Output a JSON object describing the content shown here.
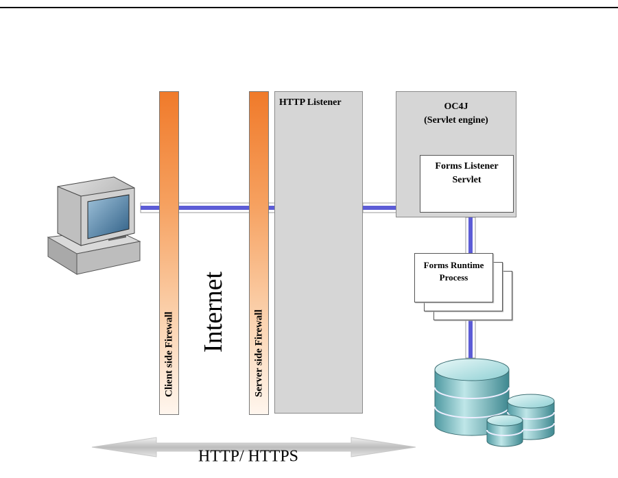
{
  "diagram": {
    "client_firewall": "Client side Firewall",
    "server_firewall": "Server side Firewall",
    "internet": "Internet",
    "http_listener": "HTTP Listener",
    "oc4j": {
      "title": "OC4J",
      "subtitle": "(Servlet engine)"
    },
    "forms_listener": {
      "line1": "Forms Listener",
      "line2": "Servlet"
    },
    "forms_runtime": {
      "line1": "Forms Runtime",
      "line2": "Process"
    },
    "protocol": "HTTP/ HTTPS"
  },
  "colors": {
    "firewall_top": "#f07a2a",
    "firewall_bottom": "#fff6ee",
    "connector": "#5c5cd6",
    "box_fill": "#d6d6d6",
    "database": "#7fc3c8"
  },
  "icons": {
    "client": "desktop-computer-icon",
    "server_db": "database-cluster-icon",
    "arrow": "double-arrow-icon"
  }
}
